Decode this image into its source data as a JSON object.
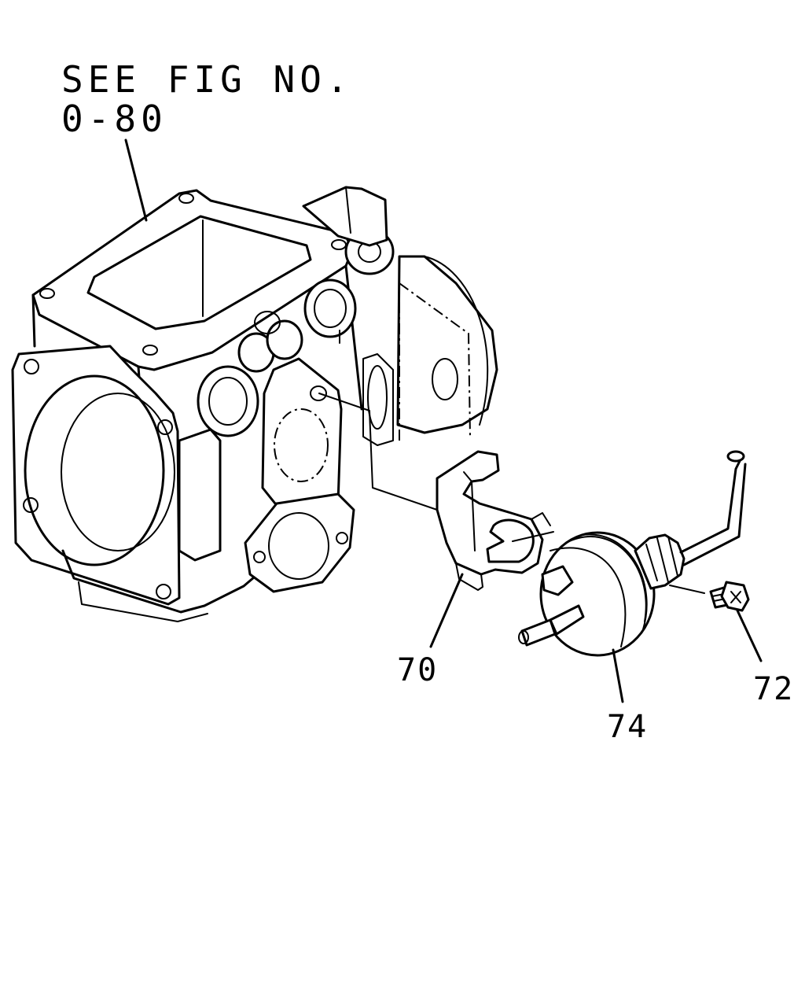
{
  "reference": {
    "line1": "SEE FIG NO.",
    "line2": "0-80"
  },
  "callouts": {
    "bracket": "70",
    "bolt": "72",
    "actuator": "74"
  },
  "colors": {
    "ink": "#000000",
    "paper": "#ffffff"
  }
}
